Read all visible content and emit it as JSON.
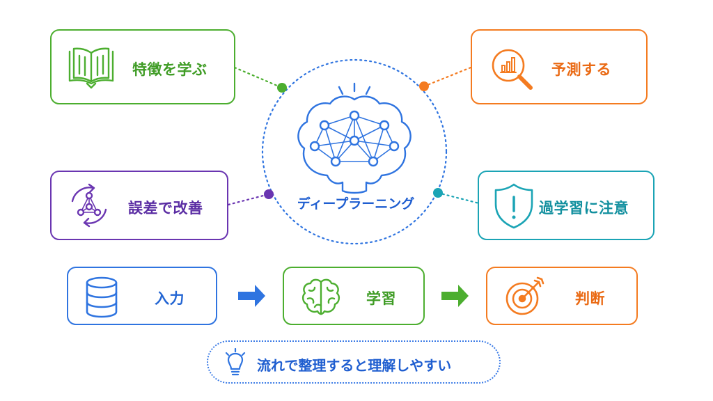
{
  "center": {
    "label": "ディープラーニング"
  },
  "cards": {
    "learn_features": "特徴を学ぶ",
    "predict": "予測する",
    "improve_by_error": "誤差で改善",
    "overfitting": "過学習に注意"
  },
  "flow": {
    "input": "入力",
    "learning": "学習",
    "judgment": "判断"
  },
  "tip": {
    "label": "流れで整理すると理解しやすい"
  },
  "colors": {
    "green": "#4cae2f",
    "orange": "#f47b20",
    "purple": "#6a35b1",
    "teal": "#1ba4b5",
    "blue": "#2f74e0"
  },
  "icons": {
    "learn_features": "open-book-icon",
    "predict": "chart-magnifier-icon",
    "improve_by_error": "network-cycle-icon",
    "overfitting": "shield-warning-icon",
    "input": "database-icon",
    "learning": "brain-icon",
    "judgment": "target-icon",
    "tip": "lightbulb-icon",
    "center": "neural-brain-icon"
  }
}
